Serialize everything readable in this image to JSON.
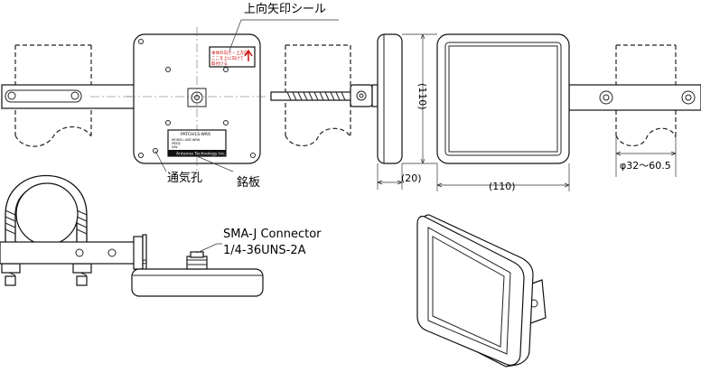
{
  "callouts": {
    "up_arrow_label": "上向矢印シール",
    "vent_hole": "通気孔",
    "nameplate": "銘板",
    "connector_name": "SMA-J Connector",
    "connector_thread": "1/4-36UNS-2A"
  },
  "dimensions": {
    "height": "(110)",
    "depth": "(20)",
    "width": "(110)",
    "pipe_diameter": "φ32～60.5"
  },
  "rear_panel": {
    "sticker_text": [
      "本体の向き・上方向",
      "ここを上に向けて",
      "取付ける"
    ],
    "nameplate_lines": [
      "PATCH/LS-WR6",
      "MODEL: ANT-WR6",
      "FREQ:",
      "S/N:",
      "Antenna Technology Inc."
    ]
  }
}
